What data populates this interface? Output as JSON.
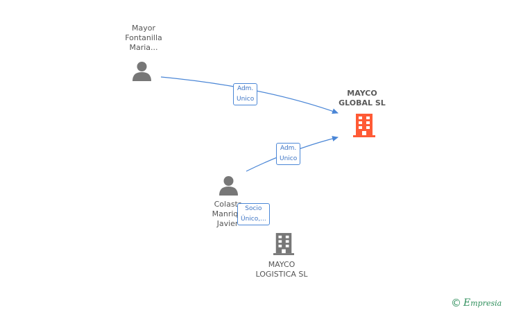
{
  "nodes": {
    "person_1": {
      "lines": [
        "Mayor",
        "Fontanilla",
        "Maria..."
      ]
    },
    "person_2": {
      "lines": [
        "Colastr",
        "Manriqu",
        "Javier"
      ]
    },
    "company_main": {
      "lines": [
        "MAYCO",
        "GLOBAL SL"
      ],
      "color": "#ff5a35"
    },
    "company_2": {
      "lines": [
        "MAYCO",
        "LOGISTICA SL"
      ],
      "color": "#777777"
    }
  },
  "edges": [
    {
      "label": [
        "Adm.",
        "Unico"
      ]
    },
    {
      "label": [
        "Adm.",
        "Unico"
      ]
    },
    {
      "label": [
        "Socio",
        "Único,..."
      ]
    }
  ],
  "colors": {
    "edge": "#4a86d6",
    "person_icon": "#777777"
  },
  "brand": {
    "copyright": "©",
    "first_letter": "E",
    "rest": "mpresia"
  }
}
